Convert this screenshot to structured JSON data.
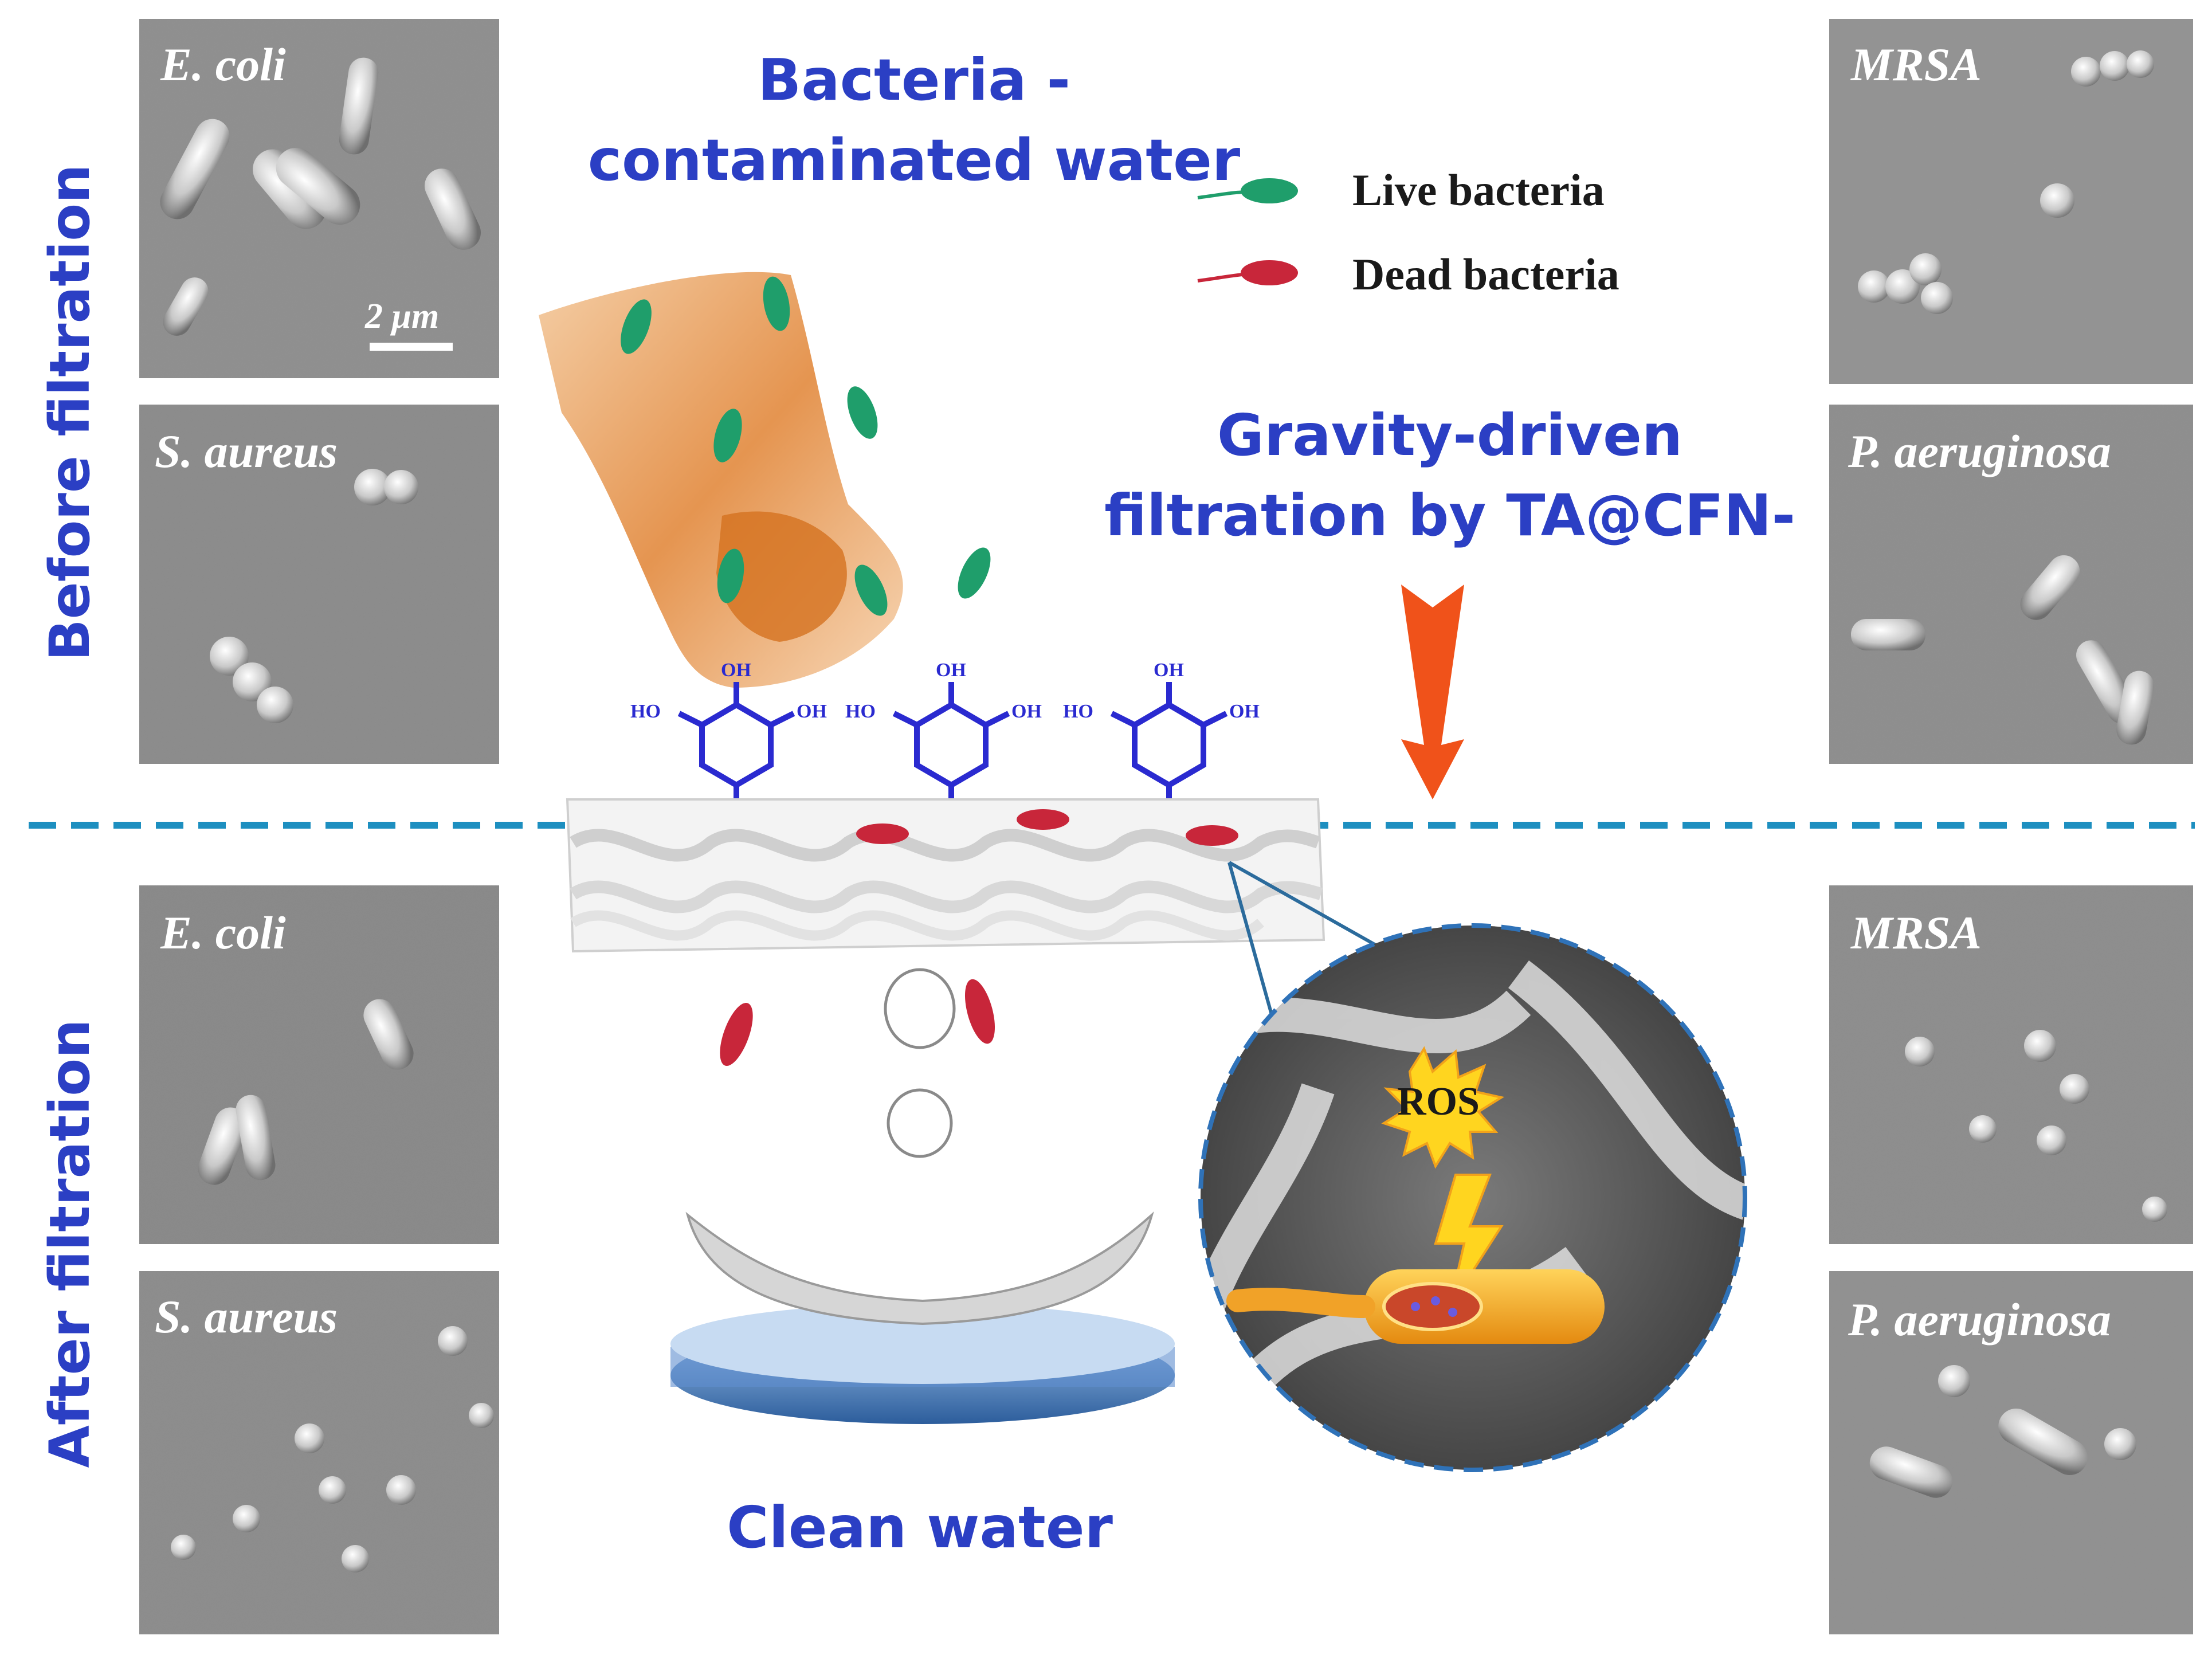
{
  "labels": {
    "top_title": "Bacteria - contaminated water",
    "filter_title": "Gravity-driven filtration by TA@CFN-M",
    "bottom_title": "Clean water",
    "side_before": "Before filtration",
    "side_after": "After filtration",
    "ros": "ROS"
  },
  "legend": {
    "live": "Live bacteria",
    "dead": "Dead bacteria"
  },
  "panels": {
    "tl1": "E. coli",
    "tl2": "S. aureus",
    "tr1": "MRSA",
    "tr2": "P. aeruginosa",
    "bl1": "E. coli",
    "bl2": "S. aureus",
    "br1": "MRSA",
    "br2": "P. aeruginosa"
  },
  "scalebar": "2 μm",
  "chem": {
    "oh": "OH",
    "ho": "HO"
  },
  "colors": {
    "label_blue": "#2b3fc4",
    "live": "#1f9e6b",
    "dead": "#c8263a",
    "arrow": "#f0521a",
    "dashed_line": "#1d8fc0",
    "molecule": "#2a2ad0"
  }
}
